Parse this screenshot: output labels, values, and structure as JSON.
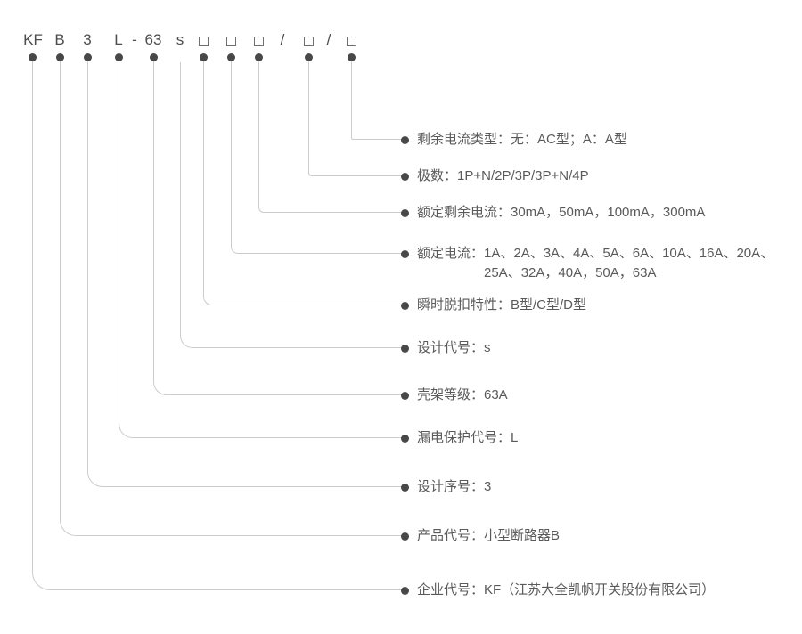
{
  "model_code": {
    "full": "KF B 3 L - 63 s □ □ □ / □ / □",
    "tokens": [
      {
        "t": "KF"
      },
      {
        "t": "B"
      },
      {
        "t": "3"
      },
      {
        "t": "L"
      },
      {
        "t": "-"
      },
      {
        "t": "63"
      },
      {
        "t": "s"
      },
      {
        "t": "□"
      },
      {
        "t": "□"
      },
      {
        "t": "□"
      },
      {
        "t": "/"
      },
      {
        "t": "□"
      },
      {
        "t": "/"
      },
      {
        "t": "□"
      }
    ]
  },
  "entries": [
    {
      "symbol": "□",
      "label": "剩余电流类型：无：AC型；A：A型"
    },
    {
      "symbol": "□",
      "label": "极数：1P+N/2P/3P/3P+N/4P"
    },
    {
      "symbol": "□",
      "label": "额定剩余电流：30mA，50mA，100mA，300mA"
    },
    {
      "symbol": "□",
      "label": "额定电流：1A、2A、3A、4A、5A、6A、10A、16A、20A、",
      "label2": "25A、32A，40A，50A，63A"
    },
    {
      "symbol": "□",
      "label": "瞬时脱扣特性：B型/C型/D型"
    },
    {
      "symbol": "s",
      "label": "设计代号：s"
    },
    {
      "symbol": "63",
      "label": "壳架等级：63A"
    },
    {
      "symbol": "L",
      "label": "漏电保护代号：L"
    },
    {
      "symbol": "3",
      "label": "设计序号：3"
    },
    {
      "symbol": "B",
      "label": "产品代号：小型断路器B"
    },
    {
      "symbol": "KF",
      "label": "企业代号：KF（江苏大全凯帆开关股份有限公司）"
    }
  ],
  "colors": {
    "background": "#ffffff",
    "line": "#cccccc",
    "dot": "#48484b",
    "code_text": "#4d4d50",
    "label_text": "#5a5a5c",
    "box_border": "#707073"
  }
}
